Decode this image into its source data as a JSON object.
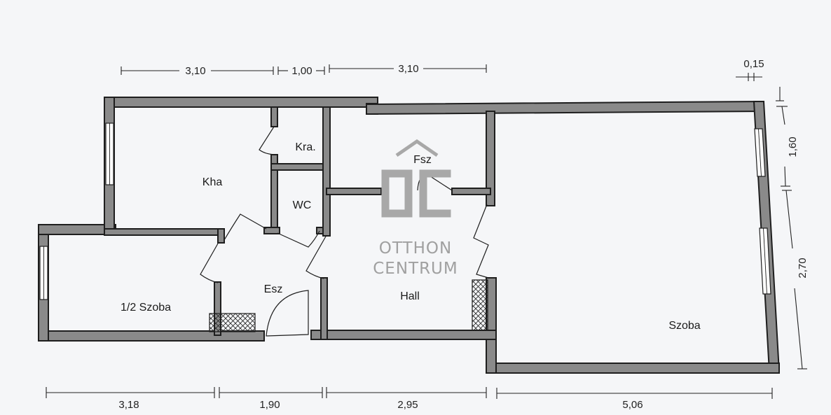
{
  "rooms": {
    "kha": "Kha",
    "kra": "Kra.",
    "wc": "WC",
    "fsz": "Fsz",
    "fel_szoba": "1/2 Szoba",
    "esz": "Esz",
    "hall": "Hall",
    "szoba": "Szoba"
  },
  "dimensions": {
    "top": [
      "3,10",
      "1,00",
      "3,10"
    ],
    "top_right": "0,15",
    "right": [
      "1,60",
      "2,70"
    ],
    "bottom": [
      "3,18",
      "1,90",
      "2,95",
      "5,06"
    ]
  },
  "watermark": {
    "logo": "OC",
    "line1": "OTTHON",
    "line2": "CENTRUM"
  },
  "colors": {
    "wall_fill": "#8a8a8a",
    "background": "#f5f6f8",
    "watermark": "#a8a8a8"
  }
}
